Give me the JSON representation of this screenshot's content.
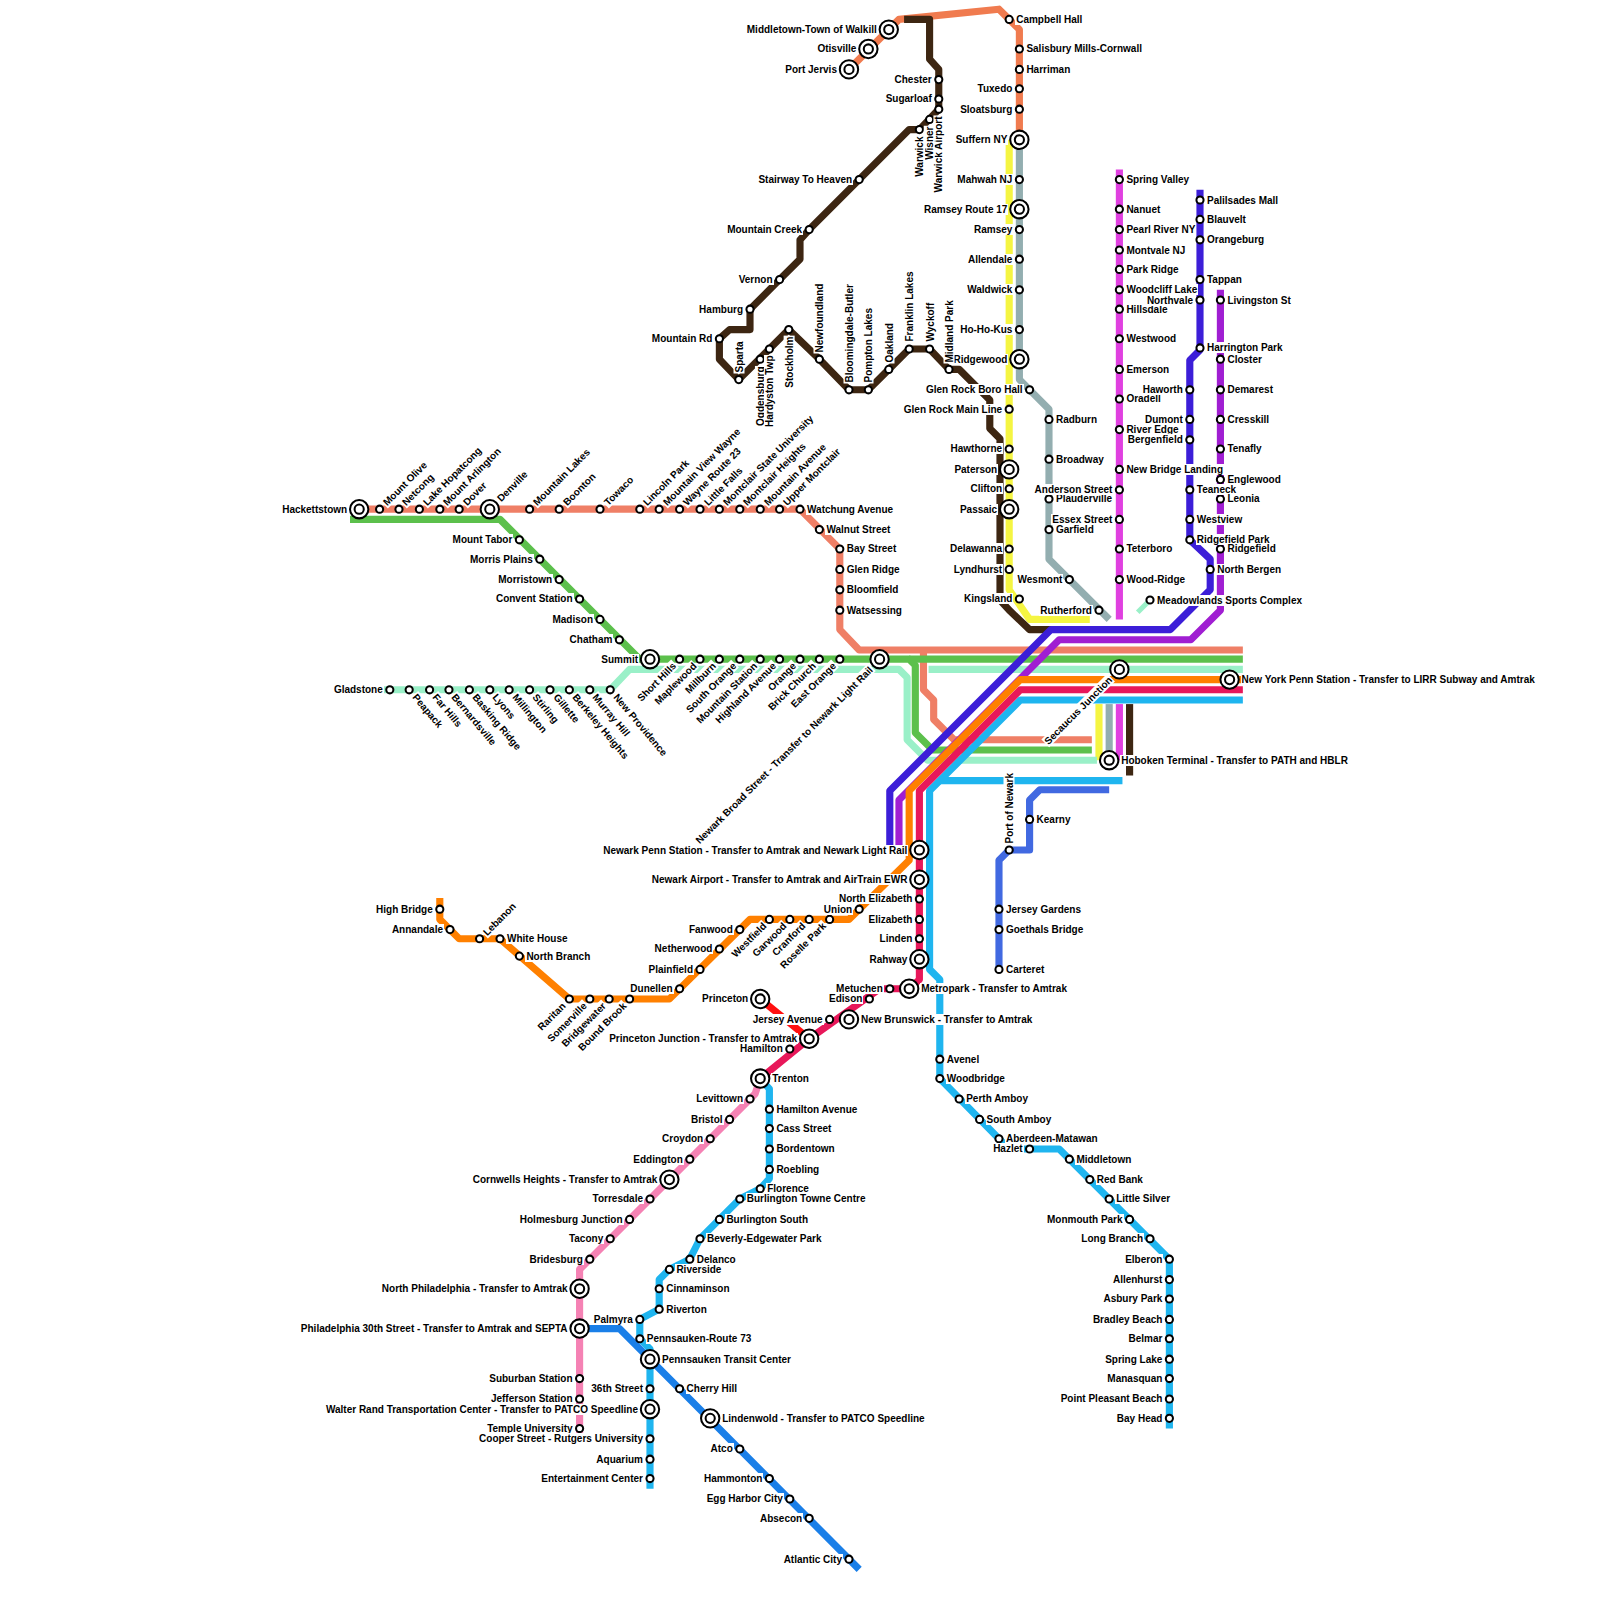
{
  "diagram": {
    "labels": [
      "Port Jervis",
      "Otisville",
      "Middletown-Town of Walkill",
      "Campbell Hall",
      "Salisbury Mills-Cornwall",
      "Harriman",
      "Tuxedo",
      "Sloatsburg",
      "Suffern NY",
      "Mahwah NJ",
      "Ramsey Route 17",
      "Ramsey",
      "Allendale",
      "Waldwick",
      "Ho-Ho-Kus",
      "Ridgewood",
      "Glen Rock Boro Hall",
      "Glen Rock Main Line",
      "Hawthorne",
      "Paterson",
      "Clifton",
      "Passaic",
      "Delawanna",
      "Lyndhurst",
      "Kingsland",
      "Radburn",
      "Broadway",
      "Plauderville",
      "Garfield",
      "Wesmont",
      "Rutherford",
      "Chester",
      "Sugarloaf",
      "Warwick Airport",
      "Wisner",
      "Warwick",
      "Stairway To Heaven",
      "Mountain Creek",
      "Vernon",
      "Hamburg",
      "Mountain Rd",
      "Sparta",
      "Ogdensburg",
      "Hardyston Twp",
      "Stockholm",
      "Newfoundland",
      "Bloomingdale-Butler",
      "Pompton Lakes",
      "Oakland",
      "Franklin Lakes",
      "Wyckoff",
      "Midland Park",
      "Spring Valley",
      "Nanuet",
      "Pearl River NY",
      "Montvale NJ",
      "Park Ridge",
      "Woodcliff Lake",
      "Hillsdale",
      "Westwood",
      "Emerson",
      "Oradell",
      "River Edge",
      "New Bridge Landing",
      "Anderson Street",
      "Essex Street",
      "Teterboro",
      "Wood-Ridge",
      "Palilsades Mall",
      "Blauvelt",
      "Orangeburg",
      "Tappan",
      "Northvale",
      "Harrington Park",
      "Haworth",
      "Dumont",
      "Bergenfield",
      "Teaneck",
      "Westview",
      "Ridgefield Park",
      "North Bergen",
      "Livingston St",
      "Closter",
      "Demarest",
      "Cresskill",
      "Tenafly",
      "Englewood",
      "Leonia",
      "Ridgefield",
      "Meadowlands Sports Complex",
      "Secaucus Junction",
      "New York Penn Station - Transfer to LIRR Subway and Amtrak",
      "Hoboken Terminal - Transfer to PATH and HBLR",
      "Newark Broad Street - Transfer to Newark Light Rail",
      "Hackettstown",
      "Mount Olive",
      "Netcong",
      "Lake Hopatcong",
      "Mount Arlington",
      "Dover",
      "Denville",
      "Mountain Lakes",
      "Boonton",
      "Towaco",
      "Lincoln Park",
      "Mountain View Wayne",
      "Wayne Route 23",
      "Little Falls",
      "Montclair State University",
      "Montclair Heights",
      "Mountain Avenue",
      "Upper Montclair",
      "Watchung Avenue",
      "Walnut Street",
      "Bay Street",
      "Glen Ridge",
      "Bloomfield",
      "Watsessing",
      "Mount Tabor",
      "Morris Plains",
      "Morristown",
      "Convent Station",
      "Madison",
      "Chatham",
      "Summit",
      "Short Hills",
      "Maplewood",
      "Millburn",
      "South Orange",
      "Mountain Station",
      "Highland Avenue",
      "Orange",
      "Brick Church",
      "East Orange",
      "Gladstone",
      "Peapack",
      "Far Hills",
      "Bernardsville",
      "Basking Ridge",
      "Lyons",
      "Millington",
      "Stirling",
      "Gillette",
      "Berkeley Heights",
      "Murray Hill",
      "New Providence",
      "High Bridge",
      "Annandale",
      "Lebanon",
      "White House",
      "North Branch",
      "Raritan",
      "Somerville",
      "Bridgewater",
      "Bound Brook",
      "Dunellen",
      "Plainfield",
      "Netherwood",
      "Fanwood",
      "Westfield",
      "Garwood",
      "Cranford",
      "Roselle Park",
      "Union",
      "Newark Penn Station - Transfer to Amtrak and Newark Light Rail",
      "Newark Airport - Transfer to Amtrak and AirTrain EWR",
      "North Elizabeth",
      "Elizabeth",
      "Linden",
      "Rahway",
      "Metropark - Transfer to Amtrak",
      "Metuchen",
      "Edison",
      "New Brunswick - Transfer to Amtrak",
      "Jersey Avenue",
      "Princeton Junction - Transfer to Amtrak",
      "Hamilton",
      "Trenton",
      "Princeton",
      "Levittown",
      "Bristol",
      "Croydon",
      "Eddington",
      "Cornwells Heights - Transfer to Amtrak",
      "Torresdale",
      "Holmesburg Junction",
      "Tacony",
      "Bridesburg",
      "North Philadelphia - Transfer to Amtrak",
      "Philadelphia 30th Street - Transfer to Amtrak and SEPTA",
      "Suburban Station",
      "Jefferson Station",
      "Temple University",
      "Hamilton Avenue",
      "Cass Street",
      "Bordentown",
      "Roebling",
      "Florence",
      "Burlington Towne Centre",
      "Burlington South",
      "Beverly-Edgewater Park",
      "Delanco",
      "Riverside",
      "Cinnaminson",
      "Riverton",
      "Palmyra",
      "Pennsauken-Route 73",
      "Pennsauken Transit Center",
      "36th Street",
      "Walter Rand Transportation Center - Transfer to PATCO Speedline",
      "Cooper Street - Rutgers University",
      "Aquarium",
      "Entertainment Center",
      "Cherry Hill",
      "Lindenwold - Transfer to PATCO Speedline",
      "Atco",
      "Hammonton",
      "Egg Harbor City",
      "Absecon",
      "Atlantic City",
      "Avenel",
      "Woodbridge",
      "Perth Amboy",
      "South Amboy",
      "Aberdeen-Matawan",
      "Hazlet",
      "Middletown",
      "Red Bank",
      "Little Silver",
      "Monmouth Park",
      "Long Branch",
      "Elberon",
      "Allenhurst",
      "Asbury Park",
      "Bradley Beach",
      "Belmar",
      "Spring Lake",
      "Manasquan",
      "Point Pleasant Beach",
      "Bay Head",
      "Kearny",
      "Port of Newark",
      "Jersey Gardens",
      "Goethals Bridge",
      "Carteret"
    ]
  }
}
